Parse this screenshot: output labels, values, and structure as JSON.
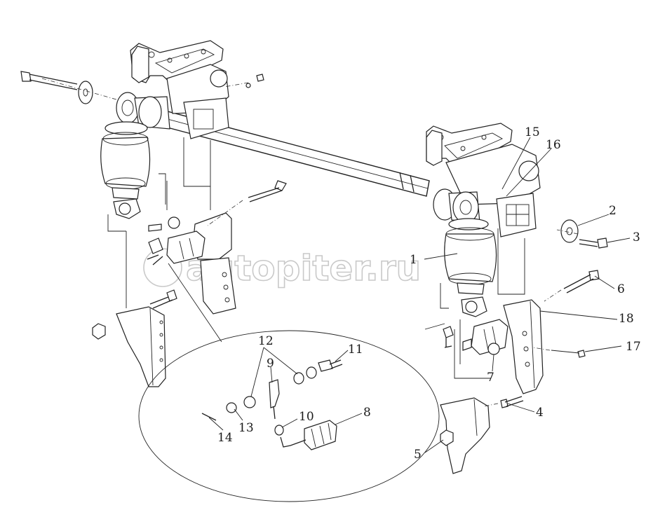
{
  "watermark": "autopiter.ru",
  "callouts": [
    {
      "id": "c1",
      "text": "1"
    },
    {
      "id": "c2",
      "text": "2"
    },
    {
      "id": "c3",
      "text": "3"
    },
    {
      "id": "c4",
      "text": "4"
    },
    {
      "id": "c5",
      "text": "5"
    },
    {
      "id": "c6",
      "text": "6"
    },
    {
      "id": "c7",
      "text": "7"
    },
    {
      "id": "c8",
      "text": "8"
    },
    {
      "id": "c9",
      "text": "9"
    },
    {
      "id": "c10",
      "text": "10"
    },
    {
      "id": "c11",
      "text": "11"
    },
    {
      "id": "c12",
      "text": "12"
    },
    {
      "id": "c13",
      "text": "13"
    },
    {
      "id": "c14",
      "text": "14"
    },
    {
      "id": "c15",
      "text": "15"
    },
    {
      "id": "c16",
      "text": "16"
    },
    {
      "id": "c17",
      "text": "17"
    },
    {
      "id": "c18",
      "text": "18"
    }
  ]
}
